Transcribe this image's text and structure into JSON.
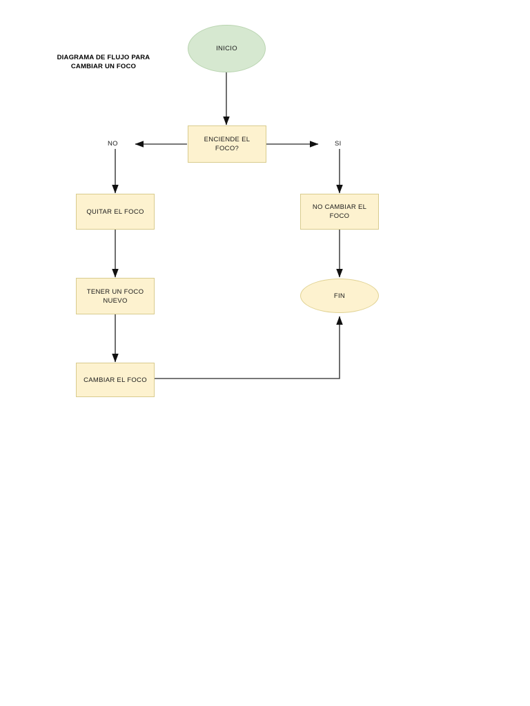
{
  "diagram": {
    "title_line1": "DIAGRAMA DE FLUJO PARA",
    "title_line2": "CAMBIAR UN FOCO",
    "colors": {
      "start_fill": "#d6e8d0",
      "start_border": "#b9d4b0",
      "process_fill": "#fdf2cf",
      "process_border": "#d8cb8d",
      "end_fill": "#fdf2cf",
      "end_border": "#e0d293",
      "connector": "#4a4a4a",
      "text": "#1a1a1a",
      "background": "#ffffff"
    },
    "nodes": {
      "start": {
        "label": "INICIO",
        "shape": "ellipse"
      },
      "decision": {
        "label": "ENCIENDE EL FOCO?",
        "line1": "ENCIENDE EL",
        "line2": "FOCO?",
        "shape": "rectangle"
      },
      "remove_bulb": {
        "label": "QUITAR EL FOCO",
        "shape": "rectangle"
      },
      "get_new_bulb": {
        "label": "TENER UN FOCO NUEVO",
        "line1": "TENER UN FOCO",
        "line2": "NUEVO",
        "shape": "rectangle"
      },
      "change_bulb": {
        "label": "CAMBIAR EL FOCO",
        "shape": "rectangle"
      },
      "do_not_change": {
        "label": "NO CAMBIAR EL FOCO",
        "line1": "NO CAMBIAR EL",
        "line2": "FOCO",
        "shape": "rectangle"
      },
      "end": {
        "label": "FIN",
        "shape": "ellipse"
      }
    },
    "edge_labels": {
      "no": "NO",
      "si": "SI"
    }
  }
}
